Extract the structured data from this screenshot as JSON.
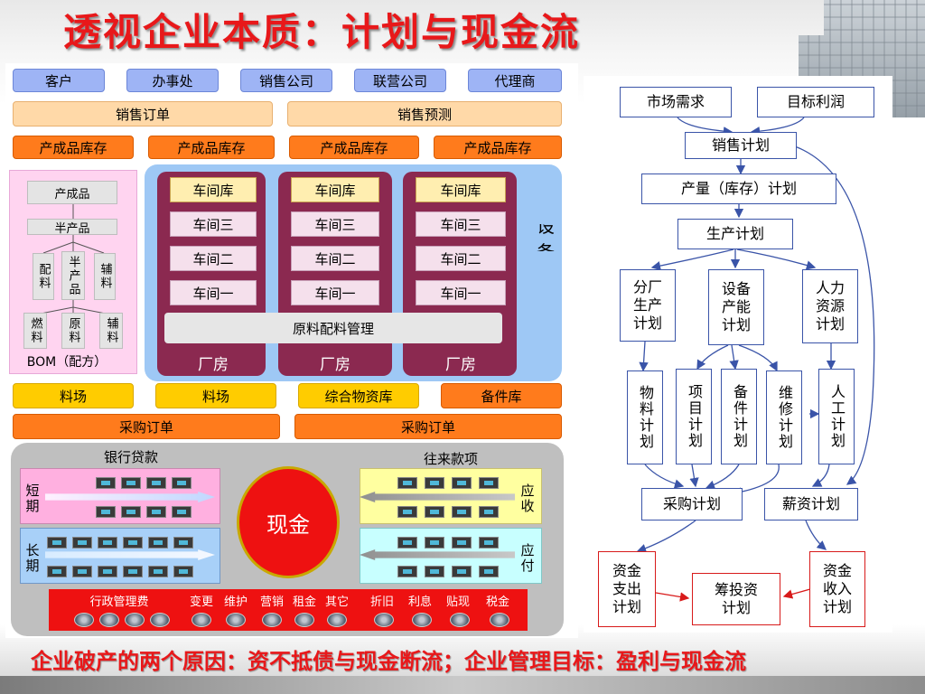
{
  "title": "透视企业本质：计划与现金流",
  "footer": "企业破产的两个原因：资不抵债与现金断流；企业管理目标：盈利与现金流",
  "channels": [
    "客户",
    "办事处",
    "销售公司",
    "联营公司",
    "代理商"
  ],
  "orders": {
    "sales_order": "销售订单",
    "sales_forecast": "销售预测"
  },
  "finished_goods": [
    "产成品库存",
    "产成品库存",
    "产成品库存",
    "产成品库存"
  ],
  "bom": {
    "top": "产成品",
    "semi": "半产品",
    "level2": [
      "配料",
      "半产品",
      "辅料"
    ],
    "level3": [
      "燃料",
      "原料",
      "辅料"
    ],
    "caption": "BOM（配方）"
  },
  "factories": [
    {
      "store": "车间库",
      "w3": "车间三",
      "w2": "车间二",
      "w1": "车间一",
      "label": "厂房"
    },
    {
      "store": "车间库",
      "w3": "车间三",
      "w2": "车间二",
      "w1": "车间一",
      "label": "厂房"
    },
    {
      "store": "车间库",
      "w3": "车间三",
      "w2": "车间二",
      "w1": "车间一",
      "label": "厂房"
    }
  ],
  "material_mgmt": "原料配料管理",
  "equipment_label": "设备",
  "stores": [
    "料场",
    "料场",
    "综合物资库",
    "备件库"
  ],
  "purchase_orders": [
    "采购订单",
    "采购订单"
  ],
  "cash": {
    "bank_loan": "银行贷款",
    "accounts": "往来款项",
    "short_term": "短期",
    "long_term": "长期",
    "receivable": "应收",
    "payable": "应付",
    "center": "现金",
    "expenses": [
      "行政管理费",
      "变更",
      "维护",
      "营销",
      "租金",
      "其它",
      "折旧",
      "利息",
      "贴现",
      "税金"
    ]
  },
  "flowchart": {
    "market_demand": "市场需求",
    "target_profit": "目标利润",
    "sales_plan": "销售计划",
    "output_plan": "产量（库存）计划",
    "production_plan": "生产计划",
    "branch_plan": "分厂生产计划",
    "capacity_plan": "设备产能计划",
    "hr_plan": "人力资源计划",
    "material_plan": "物料计划",
    "project_plan": "项目计划",
    "spare_plan": "备件计划",
    "maintenance_plan": "维修计划",
    "labor_plan": "人工计划",
    "purchase_plan": "采购计划",
    "salary_plan": "薪资计划",
    "cash_out_plan": "资金支出计划",
    "financing_plan": "筹投资计划",
    "cash_in_plan": "资金收入计划"
  },
  "colors": {
    "title_red": "#e8181a",
    "flow_blue": "#3a54a8",
    "maroon": "#8b2950"
  }
}
